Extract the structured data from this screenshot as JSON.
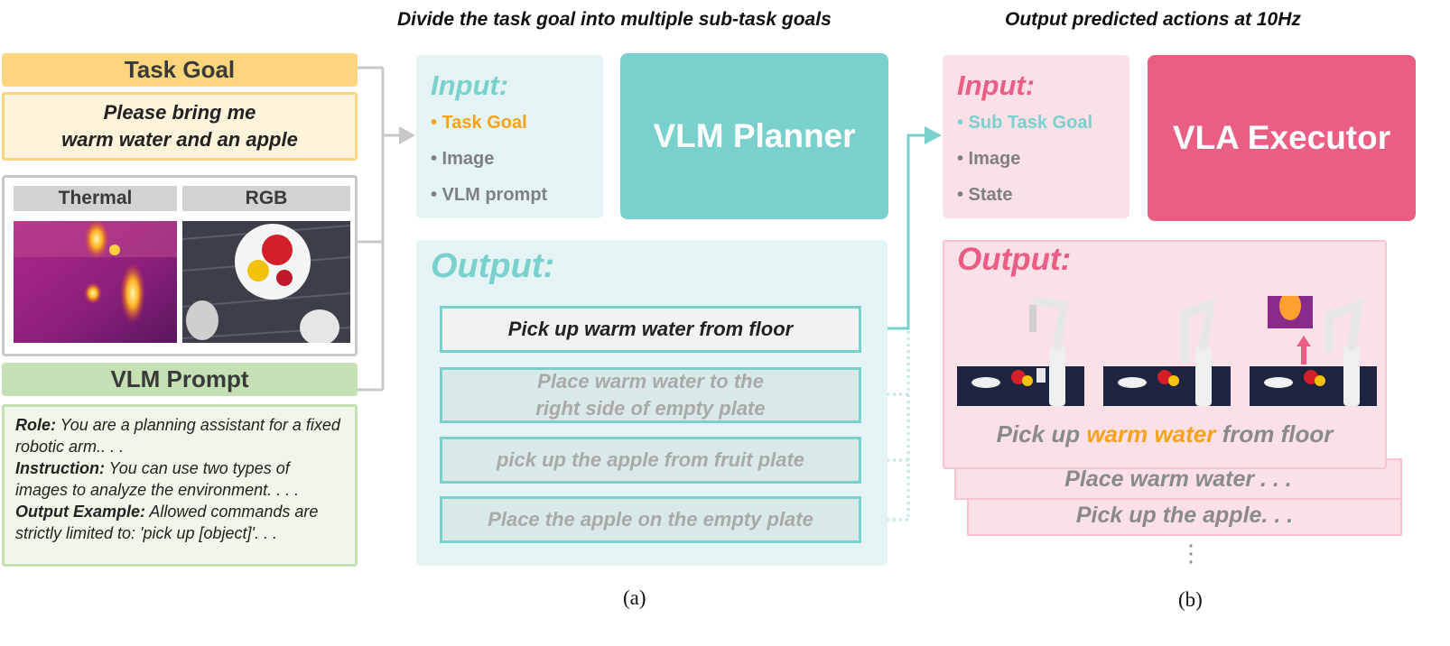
{
  "headings": {
    "planner": "Divide the task goal into multiple sub-task goals",
    "executor": "Output predicted actions at 10Hz"
  },
  "task_goal": {
    "label": "Task Goal",
    "text_line1": "Please bring me",
    "text_line2": "warm water and an apple"
  },
  "images": {
    "thermal_label": "Thermal",
    "rgb_label": "RGB"
  },
  "vlm_prompt": {
    "label": "VLM Prompt",
    "role_key": "Role:",
    "role_text": " You are a planning assistant for a fixed robotic arm.. . .",
    "instruction_key": "Instruction:",
    "instruction_text": " You can use two types of images to analyze the environment. . . .",
    "example_key": "Output Example:",
    "example_text": " Allowed commands are strictly limited to: 'pick up [object]'. . ."
  },
  "planner": {
    "input_title": "Input:",
    "inputs": [
      "• Task Goal",
      "• Image",
      "• VLM prompt"
    ],
    "name": "VLM Planner",
    "output_title": "Output:",
    "subtasks": [
      "Pick up warm water from floor",
      "Place warm water to the right side of empty plate",
      "pick up the apple from fruit plate",
      "Place the apple on the empty plate"
    ]
  },
  "executor": {
    "input_title": "Input:",
    "inputs": [
      "• Sub Task Goal",
      "• Image",
      "• State"
    ],
    "name": "VLA Executor",
    "output_title": "Output:",
    "action_prefix": "Pick up ",
    "action_highlight": "warm water",
    "action_suffix": " from floor",
    "next1": "Place warm water . . .",
    "next2": "Pick up the apple. . .",
    "ellipsis": "⋮"
  },
  "captions": {
    "a": "(a)",
    "b": "(b)"
  },
  "colors": {
    "teal": "#79d0cd",
    "teal_light": "#e4f4f4",
    "pink": "#ea5e83",
    "pink_light": "#fbe0e7",
    "orange": "#f7a21b",
    "yellow": "#fdd57c",
    "green": "#c5e0b3"
  },
  "icons": [
    "arrow-right-icon",
    "arrow-up-icon"
  ]
}
